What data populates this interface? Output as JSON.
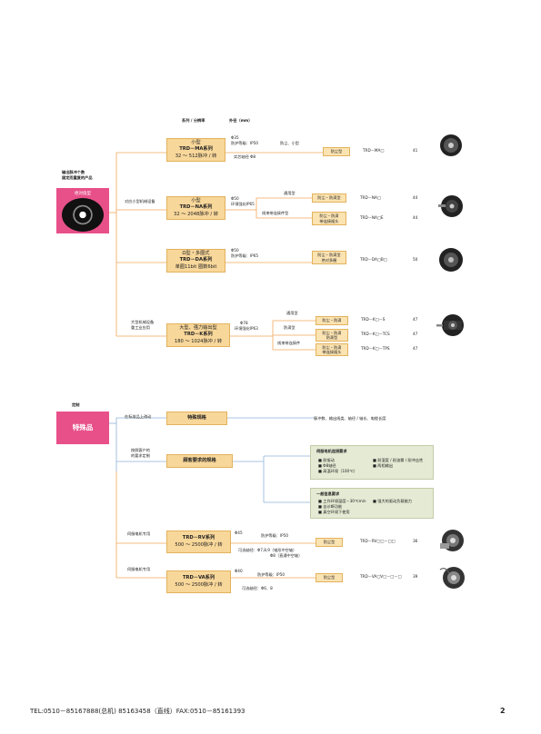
{
  "top_headers": {
    "series": "系列 / 分辨率",
    "dim": "外径（mm）"
  },
  "left_label": {
    "line1": "输出脉冲个数",
    "line2": "固定而重复的产品"
  },
  "category_absolute": "绝对值型",
  "branch_labels": {
    "small_machine": "对应小型机械设备",
    "large_machine_line1": "大型机械设备",
    "large_machine_line2": "重工业应用"
  },
  "ma": {
    "l1": "小型",
    "l2": "TRD－MA系列",
    "l3": "32 ～ 512脉冲 / 转",
    "dia": "Φ35",
    "prot": "防护等级：IP50",
    "shaft": "实芯轴径 Φ8",
    "feature": "防尘、小型",
    "box": "防尘型",
    "model": "TRD－MA□",
    "page": "41"
  },
  "na": {
    "l1": "小型",
    "l2": "TRD－NA系列",
    "l3": "32 ～ 2048脉冲 / 转",
    "dia": "Φ50",
    "prot": "环境强化IP65",
    "std": "通用型",
    "cable": "线束带连接件型",
    "box1": "防尘・防滴型",
    "box2_l1": "防尘・防滴",
    "box2_l2": "带连接插头",
    "model1": "TRD－NA□",
    "model2": "TRD－NA□E",
    "page1": "44",
    "page2": "44"
  },
  "da": {
    "l1": "Ω型・多圈式",
    "l2": "TRD－DA系列",
    "l3": "单圈11bit 圈数6bit",
    "dia": "Φ50",
    "prot": "防护等级：IP65",
    "box_l1": "防尘・防滴型",
    "box_l2": "绝对多圈",
    "model": "TRD－DA□B□",
    "page": "50"
  },
  "k": {
    "l1": "大型、强力输出型",
    "l2": "TRD－K系列",
    "l3": "180 ～ 1024脉冲 / 转",
    "dia": "Φ78",
    "prot": "环境强化IP63",
    "std": "通用型",
    "water": "防滴型",
    "cable": "线束带连接件",
    "box1": "防尘・防滴",
    "box2_l1": "防尘・防滴",
    "box2_l2": "防滴型",
    "box3_l1": "防尘・防滴",
    "box3_l2": "带连接插头",
    "model1": "TRD－K□－S",
    "model2": "TRD－K□－TCS",
    "model3": "TRD－K□－TPS",
    "page1": "47",
    "page2": "47",
    "page3": "47"
  },
  "custom_header": "定制",
  "category_special": "特殊品",
  "special": {
    "std_label": "在标准品上改动",
    "spec_box": "特殊规格",
    "spec_desc": "脉冲数、输出线类、轴径 / 轴长、电缆长度",
    "design_l1": "按照客户的",
    "design_l2": "的要求定制",
    "cust_box": "顾客要求的规格",
    "g1_title": "伺服电机连接要求",
    "g1_a": "■ 耐振动",
    "g1_b": "■ 耐湿度 / 耐油雾 / 耐冲击性",
    "g1_c": "■ Φ8轴径",
    "g1_d": "■ 两相输出",
    "g1_e": "■ 高温环境（100℃）",
    "g2_title": "一般信息要求",
    "g2_a": "■ 工作环境温度－30℃min",
    "g2_b": "■ 强大的驱动负载能力",
    "g2_c": "■ 自诊断功能",
    "g2_d": "■ 真空环境下使用",
    "rv_label": "伺服电机专用",
    "rv_l1": "TRD－RV系列",
    "rv_l2": "500 ～ 2500脉冲 / 转",
    "rv_dia": "Φ45",
    "rv_prot": "防护等级：IP50",
    "rv_shaft1": "可选轴径：Φ7,8,9（锥形中空轴）",
    "rv_shaft2": "Φ8（直通中空轴）",
    "rv_box": "防尘型",
    "rv_model": "TRD－RV□□－□□",
    "rv_page": "36",
    "va_label": "伺服电机专用",
    "va_l1": "TRD－VA系列",
    "va_l2": "500 ～ 2500脉冲 / 转",
    "va_dia": "Φ40",
    "va_prot": "防护等级：IP50",
    "va_shaft": "可选轴径：Φ6、8",
    "va_box": "防尘型",
    "va_model": "TRD－VA□V□－□－□",
    "va_page": "39"
  },
  "footer": {
    "contact": "TEL:0510－85167888(总机) 85163458（直线）FAX:0510－85161393",
    "page_no": "2"
  },
  "colors": {
    "orange_line": "#f2a65a",
    "blue_line": "#8fb3d9",
    "pink": "#e8508a",
    "yellow": "#f8d79a",
    "green": "#e4ead3"
  }
}
